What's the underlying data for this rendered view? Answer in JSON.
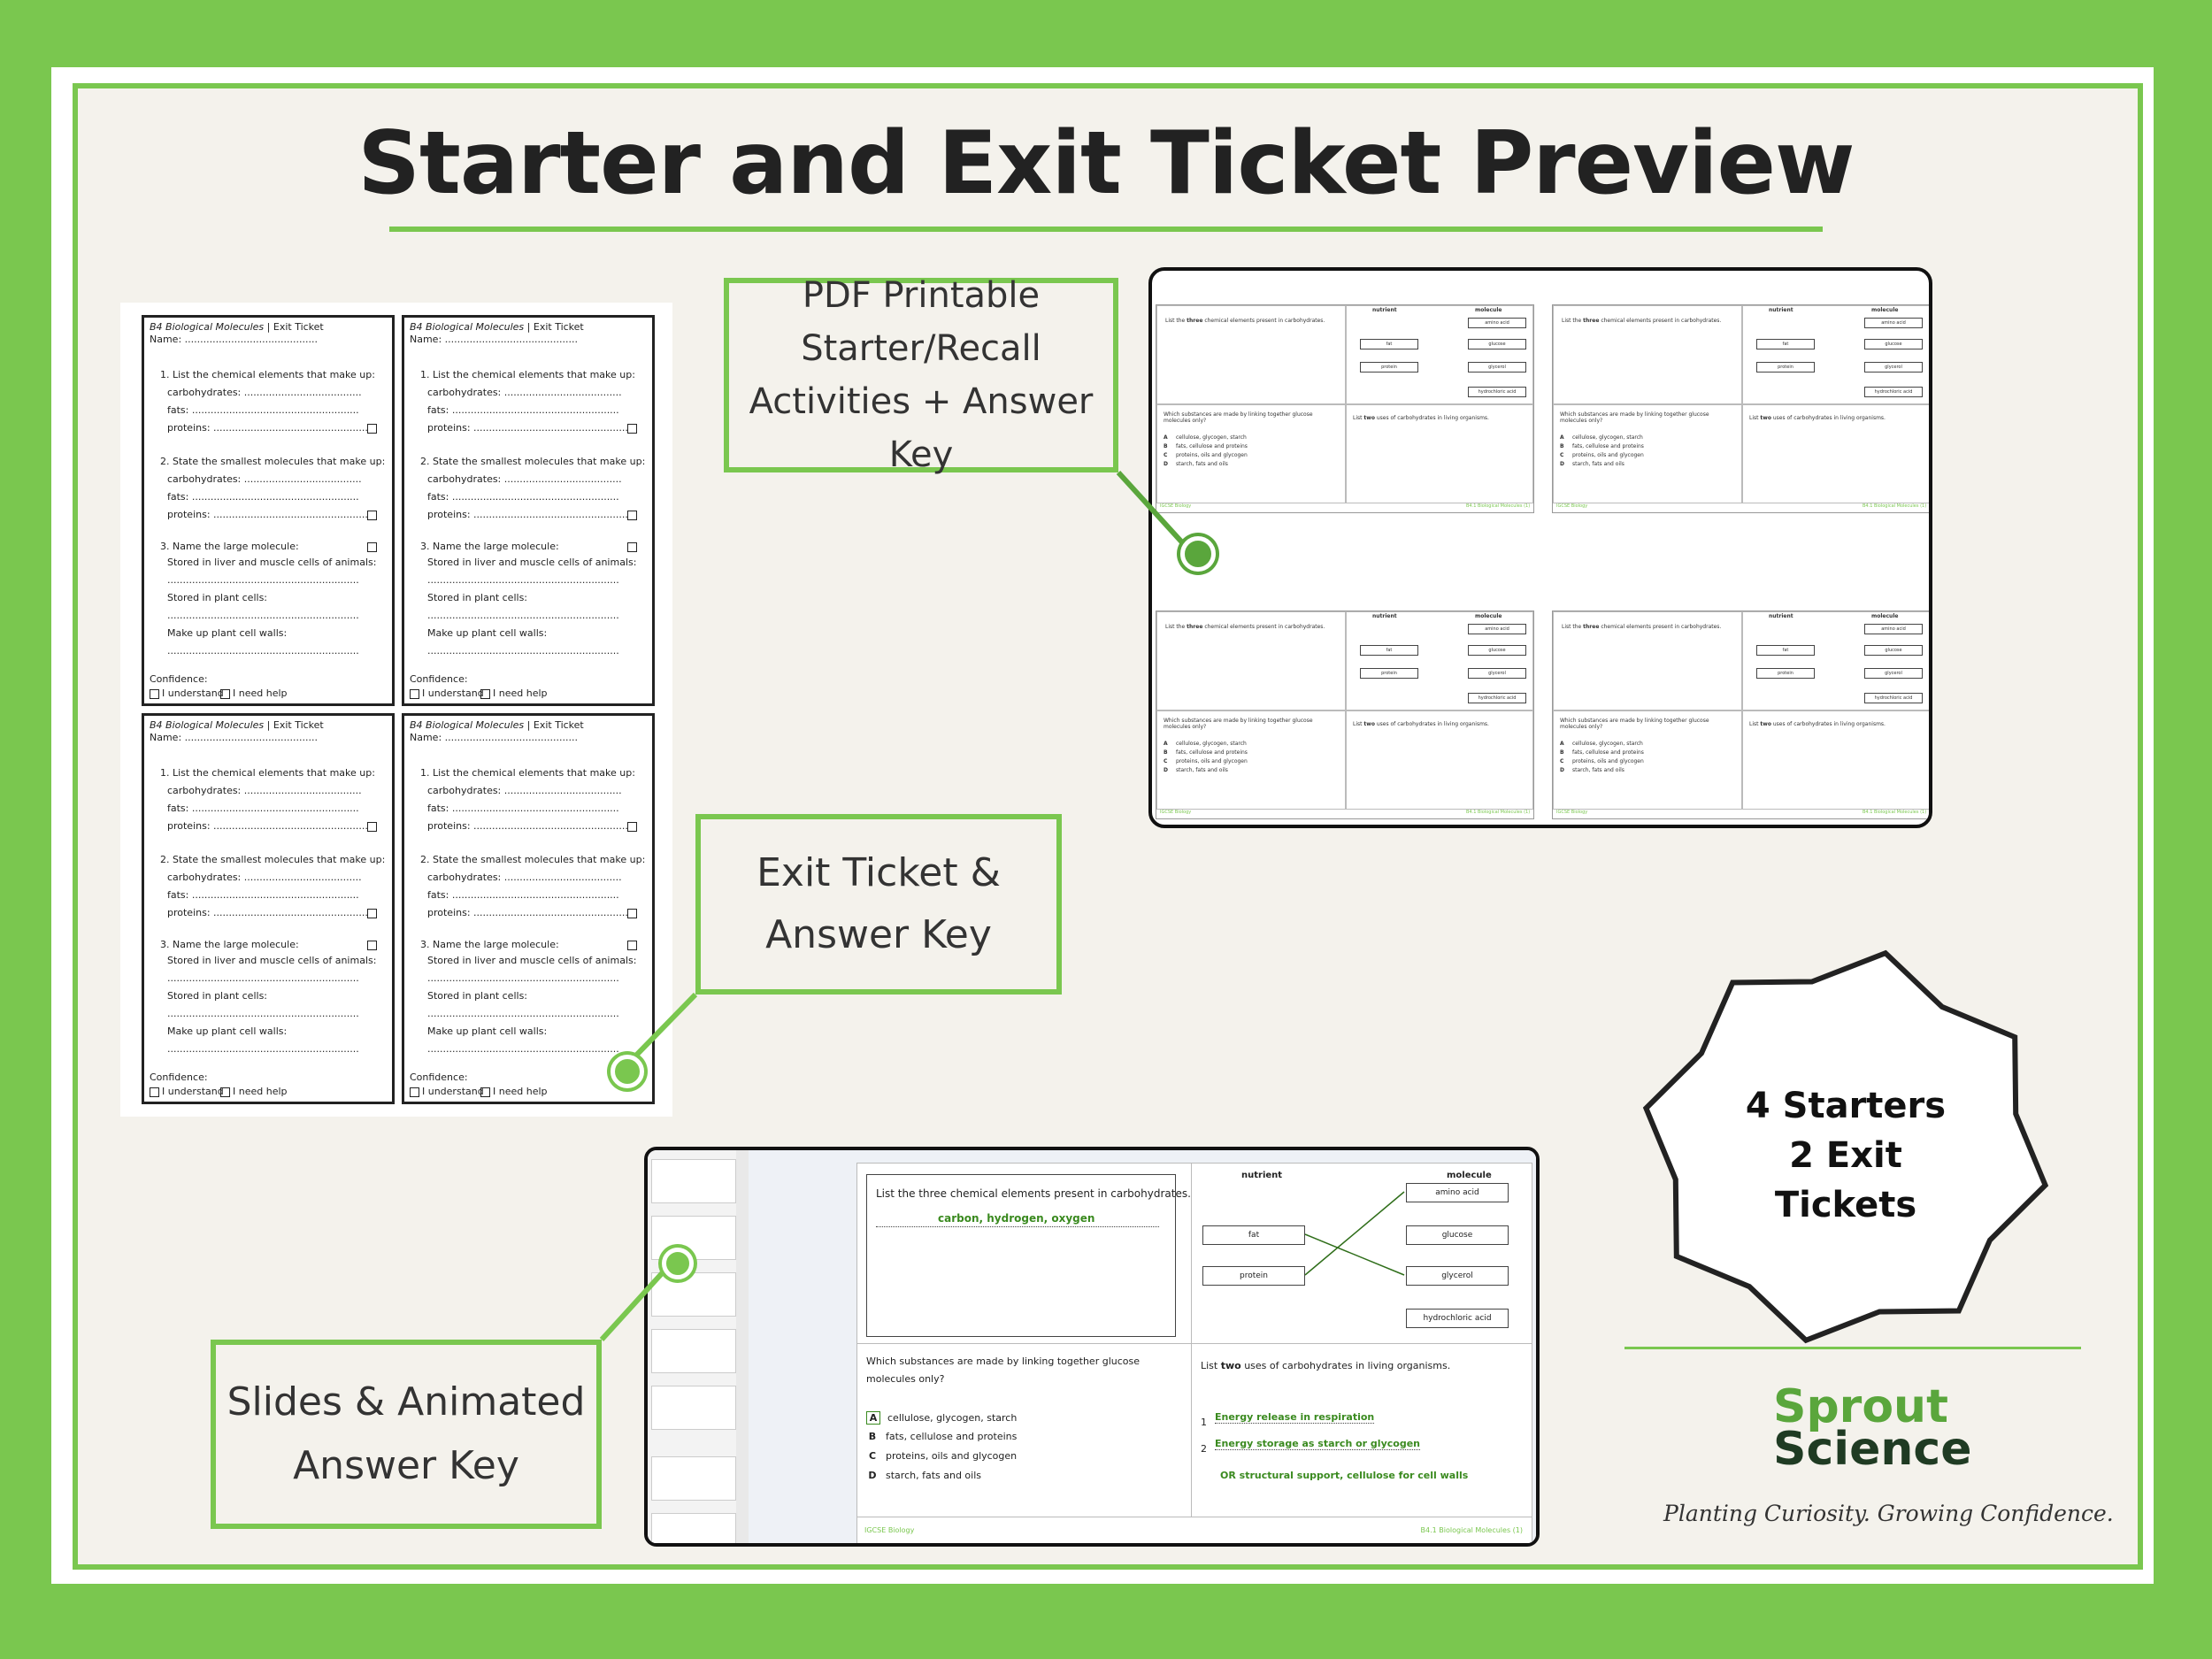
{
  "title": "Starter and Exit Ticket Preview",
  "callouts": {
    "pdf": [
      "PDF Printable",
      "Starter/Recall",
      "Activities + Answer Key"
    ],
    "exit": [
      "Exit Ticket &",
      "Answer Key"
    ],
    "slides": [
      "Slides & Animated",
      "Answer Key"
    ]
  },
  "ticket": {
    "header_italic": "B4 Biological Molecules",
    "header_rest": " | Exit Ticket",
    "name": "Name: ...........................................",
    "q1": "1. List the chemical elements that make up:",
    "carbohydrates": "carbohydrates: ......................................",
    "fats": "fats: ......................................................",
    "proteins": "proteins: ..................................................",
    "q2": "2. State the smallest molecules that make up:",
    "q3": "3. Name the large molecule:",
    "stored_animals": "Stored in liver and muscle cells of animals:",
    "dots": "..............................................................",
    "stored_plants": "Stored in plant cells:",
    "plant_walls": "Make up plant cell walls:",
    "confidence": "Confidence:",
    "understand": "I understand",
    "need_help": "I need help"
  },
  "starter": {
    "q_elements_pre": "List the ",
    "q_elements_bold": "three",
    "q_elements_post": " chemical elements present in carbohydrates.",
    "nutrient_header": "nutrient",
    "molecule_header": "molecule",
    "nutrients": [
      "fat",
      "protein"
    ],
    "molecules": [
      "amino acid",
      "glucose",
      "glycerol",
      "hydrochloric acid"
    ],
    "q_glucose": "Which substances are made by linking together glucose molecules only?",
    "options": [
      {
        "letter": "A",
        "text": "cellulose, glycogen, starch"
      },
      {
        "letter": "B",
        "text": "fats, cellulose and proteins"
      },
      {
        "letter": "C",
        "text": "proteins, oils and glycogen"
      },
      {
        "letter": "D",
        "text": "starch, fats and oils"
      }
    ],
    "q_uses_pre": "List ",
    "q_uses_bold": "two",
    "q_uses_post": " uses of carbohydrates in living organisms.",
    "footer_left": "IGCSE Biology",
    "footer_right": "B4.1 Biological Molecules (1)"
  },
  "slide": {
    "q_elements": "List the three chemical elements present in carbohydrates.",
    "answer_elements": "carbon, hydrogen, oxygen",
    "answer_use_1": "Energy release in respiration",
    "answer_use_2": "Energy storage as starch or glycogen",
    "answer_use_3": "OR structural support, cellulose for cell walls"
  },
  "badge": [
    "4 Starters",
    "2 Exit",
    "Tickets"
  ],
  "brand": {
    "name_1": "Sprout",
    "name_2": "Science",
    "tagline": "Planting Curiosity. Growing Confidence."
  },
  "colors": {
    "accent_green": "#7ac74f",
    "dark_green": "#5aa63c",
    "answer_green": "#3a8a1f"
  }
}
